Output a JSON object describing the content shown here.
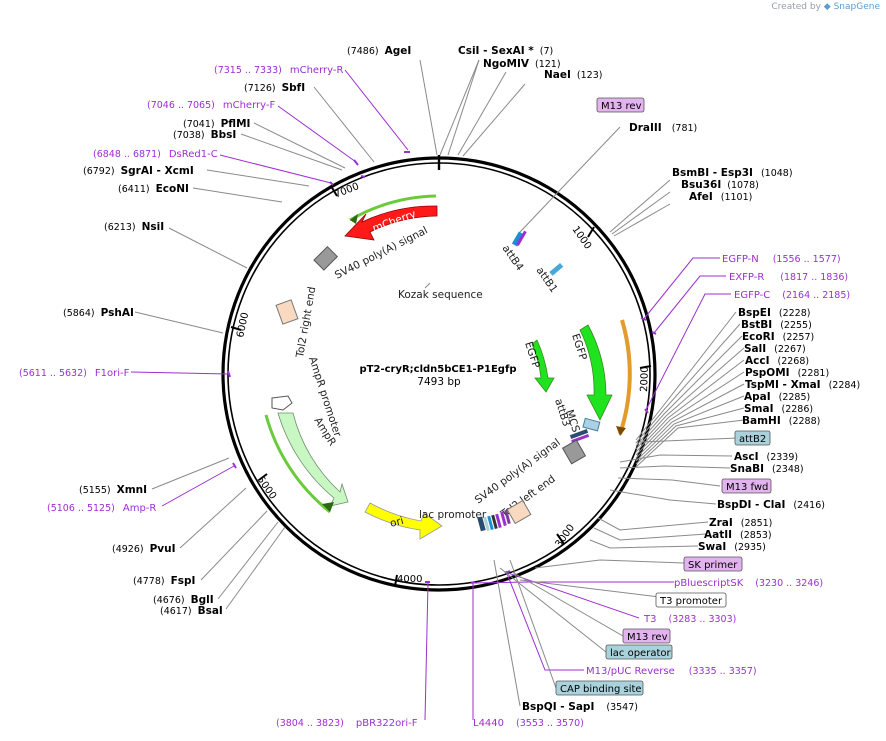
{
  "credit": {
    "created_by": "Created by",
    "brand": "SnapGene"
  },
  "map": {
    "name": "pT2-cryR;cldn5bCE1-P1Egfp",
    "length": "7493 bp"
  },
  "ticks": [
    "1000",
    "2000",
    "3000",
    "4000",
    "5000",
    "6000",
    "7000"
  ],
  "enzymes": [
    {
      "pos": "(7486)",
      "name": "AgeI"
    },
    {
      "name": "CsiI",
      "sep": " - ",
      "name2": "SexAI *",
      "pos": "(7)"
    },
    {
      "name": "NgoMIV",
      "pos": "(121)"
    },
    {
      "name": "NaeI",
      "pos": "(123)"
    },
    {
      "name": "DraIII",
      "pos": "(781)"
    },
    {
      "name": "BsmBI",
      "sep": " - ",
      "name2": "Esp3I",
      "pos": "(1048)"
    },
    {
      "name": "Bsu36I",
      "pos": "(1078)"
    },
    {
      "name": "AfeI",
      "pos": "(1101)"
    },
    {
      "name": "BspEI",
      "pos": "(2228)"
    },
    {
      "name": "BstBI",
      "pos": "(2255)"
    },
    {
      "name": "EcoRI",
      "pos": "(2257)"
    },
    {
      "name": "SalI",
      "pos": "(2267)"
    },
    {
      "name": "AccI",
      "pos": "(2268)"
    },
    {
      "name": "PspOMI",
      "pos": "(2281)"
    },
    {
      "name": "TspMI",
      "sep": " - ",
      "name2": "XmaI",
      "pos": "(2284)"
    },
    {
      "name": "ApaI",
      "pos": "(2285)"
    },
    {
      "name": "SmaI",
      "pos": "(2286)"
    },
    {
      "name": "BamHI",
      "pos": "(2288)"
    },
    {
      "name": "AscI",
      "pos": "(2339)"
    },
    {
      "name": "SnaBI",
      "pos": "(2348)"
    },
    {
      "name": "BspDI",
      "sep": " - ",
      "name2": "ClaI",
      "pos": "(2416)"
    },
    {
      "name": "ZraI",
      "pos": "(2851)"
    },
    {
      "name": "AatII",
      "pos": "(2853)"
    },
    {
      "name": "SwaI",
      "pos": "(2935)"
    },
    {
      "name": "BspQI",
      "sep": " - ",
      "name2": "SapI",
      "pos": "(3547)"
    },
    {
      "pos": "(7126)",
      "name": "SbfI"
    },
    {
      "pos": "(7041)",
      "name": "PflMI"
    },
    {
      "pos": "(7038)",
      "name": "BbsI"
    },
    {
      "pos": "(6792)",
      "name": "SgrAI",
      "sep": " - ",
      "name2": "XcmI"
    },
    {
      "pos": "(6411)",
      "name": "EcoNI"
    },
    {
      "pos": "(6213)",
      "name": "NsiI"
    },
    {
      "pos": "(5864)",
      "name": "PshAI"
    },
    {
      "pos": "(5155)",
      "name": "XmnI"
    },
    {
      "pos": "(4926)",
      "name": "PvuI"
    },
    {
      "pos": "(4778)",
      "name": "FspI"
    },
    {
      "pos": "(4676)",
      "name": "BglI"
    },
    {
      "pos": "(4617)",
      "name": "BsaI"
    }
  ],
  "primers": [
    {
      "name": "mCherry-R",
      "range": "(7315 .. 7333)"
    },
    {
      "name": "mCherry-F",
      "range": "(7046 .. 7065)"
    },
    {
      "name": "DsRed1-C",
      "range": "(6848 .. 6871)"
    },
    {
      "name": "F1ori-F",
      "range": "(5611 .. 5632)"
    },
    {
      "name": "Amp-R",
      "range": "(5106 .. 5125)"
    },
    {
      "name": "EGFP-N",
      "range": "(1556 .. 1577)"
    },
    {
      "name": "EXFP-R",
      "range": "(1817 .. 1836)"
    },
    {
      "name": "EGFP-C",
      "range": "(2164 .. 2185)"
    },
    {
      "name": "pBluescriptSK",
      "range": "(3230 .. 3246)"
    },
    {
      "name": "T3",
      "range": "(3283 .. 3303)"
    },
    {
      "name": "M13/pUC Reverse",
      "range": "(3335 .. 3357)"
    },
    {
      "name": "pBR322ori-F",
      "range": "(3804 .. 3823)"
    },
    {
      "name": "L4440",
      "range": "(3553 .. 3570)"
    }
  ],
  "boxed": [
    {
      "name": "M13 rev",
      "color": "#e3b3ef"
    },
    {
      "name": "attB2",
      "color": "#a9d2dc"
    },
    {
      "name": "M13 fwd",
      "color": "#e3b3ef"
    },
    {
      "name": "SK primer",
      "color": "#e3b3ef"
    },
    {
      "name": "T3 promoter",
      "color": "#ffffff"
    },
    {
      "name": "M13 rev",
      "color": "#e3b3ef"
    },
    {
      "name": "lac operator",
      "color": "#a9d2dc"
    },
    {
      "name": "CAP binding site",
      "color": "#a9d2dc"
    }
  ],
  "features": [
    {
      "name": "mCherry",
      "color": "#ff1a1a"
    },
    {
      "name": "EGFP",
      "color": "#1ee31e"
    },
    {
      "name": "EGFP",
      "color": "#1ee31e"
    },
    {
      "name": "AmpR",
      "color": "#c9f7c3"
    },
    {
      "name": "ori",
      "color": "#ffff00"
    },
    {
      "name": "SV40 poly(A) signal"
    },
    {
      "name": "Kozak sequence"
    },
    {
      "name": "Tol2 right end"
    },
    {
      "name": "AmpR promoter"
    },
    {
      "name": "attB4"
    },
    {
      "name": "attB1"
    },
    {
      "name": "attB3"
    },
    {
      "name": "MCS"
    },
    {
      "name": "SV40 poly(A) signal"
    },
    {
      "name": "Tol2 left end"
    },
    {
      "name": "lac promoter"
    }
  ]
}
